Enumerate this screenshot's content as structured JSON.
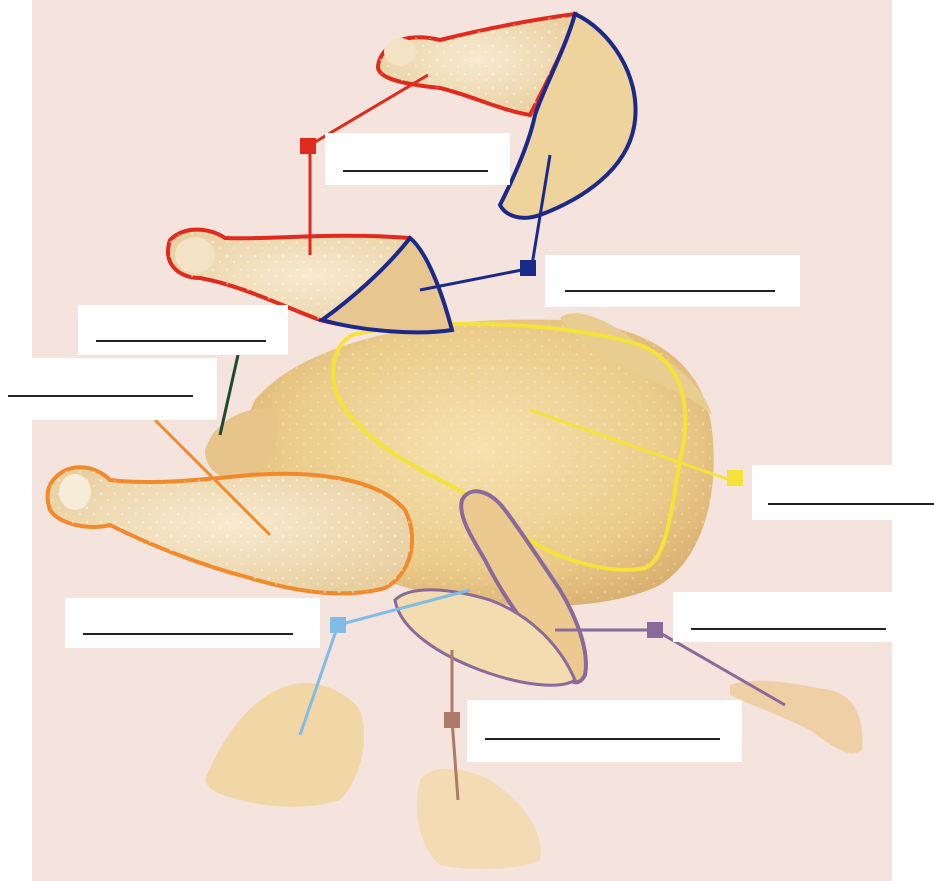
{
  "diagram": {
    "type": "labeled-parts-worksheet",
    "subject": "chicken",
    "labels": [
      {
        "id": "thigh-drumstick-combined",
        "text": "",
        "connector_color": "#e02a1e"
      },
      {
        "id": "thigh",
        "text": "",
        "connector_color": "#1b2a8a"
      },
      {
        "id": "back",
        "text": "",
        "connector_color": "#1f4a2e"
      },
      {
        "id": "drumstick",
        "text": "",
        "connector_color": "#f08a2a"
      },
      {
        "id": "breast",
        "text": "",
        "connector_color": "#f2e03a"
      },
      {
        "id": "wing",
        "text": "",
        "connector_color": "#8a6a9a"
      },
      {
        "id": "breast-quarter",
        "text": "",
        "connector_color": "#7fbce8"
      },
      {
        "id": "breast-half",
        "text": "",
        "connector_color": "#b07a68"
      }
    ]
  }
}
